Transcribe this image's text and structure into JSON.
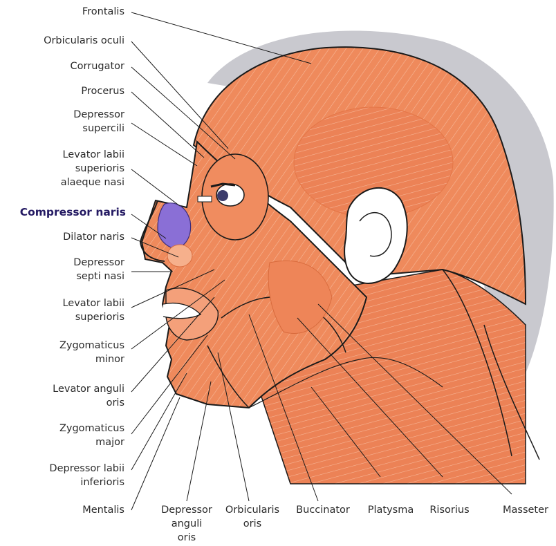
{
  "labels": {
    "frontalis": "Frontalis",
    "orbicularis_oculi": "Orbicularis oculi",
    "corrugator": "Corrugator",
    "procerus": "Procerus",
    "depressor_supercili": [
      "Depressor",
      "supercili"
    ],
    "levator_labii_sup_alaeque": [
      "Levator labii",
      "superioris",
      "alaeque nasi"
    ],
    "compressor_naris": "Compressor naris",
    "dilator_naris": "Dilator naris",
    "depressor_septi": [
      "Depressor",
      "septi nasi"
    ],
    "levator_labii_sup": [
      "Levator labii",
      "superioris"
    ],
    "zygomaticus_minor": [
      "Zygomaticus",
      "minor"
    ],
    "levator_anguli": [
      "Levator anguli",
      "oris"
    ],
    "zygomaticus_major": [
      "Zygomaticus",
      "major"
    ],
    "depressor_labii": [
      "Depressor labii",
      "inferioris"
    ],
    "mentalis": "Mentalis",
    "depressor_anguli": [
      "Depressor",
      "anguli",
      "oris"
    ],
    "orbicularis_oris": [
      "Orbicularis",
      "oris"
    ],
    "buccinator": "Buccinator",
    "platysma": "Platysma",
    "risorius": "Risorius",
    "masseter": "Masseter"
  },
  "colors": {
    "muscle": "#ef8a5c",
    "muscle_light": "#f6b08c",
    "highlight": "#8a6fd6",
    "hair": "#c9c9cf",
    "outline": "#1a1a1a",
    "skin": "#ffffff"
  }
}
